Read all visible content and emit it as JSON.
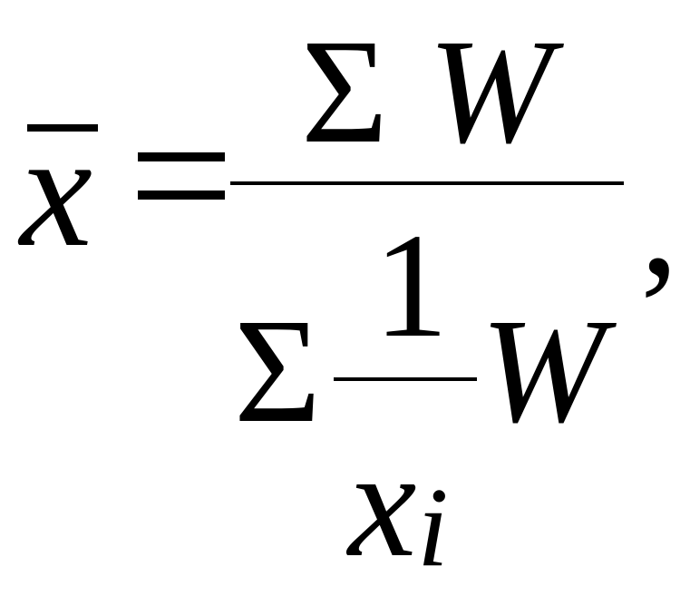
{
  "formula": {
    "lhs_variable": "x",
    "equals": "=",
    "numerator": {
      "sum_symbol": "Σ",
      "weight": "W"
    },
    "denominator": {
      "sum_symbol": "Σ",
      "unit_numerator": "1",
      "variable": "x",
      "subscript": "i",
      "weight": "W"
    },
    "trailing_punctuation": ","
  }
}
